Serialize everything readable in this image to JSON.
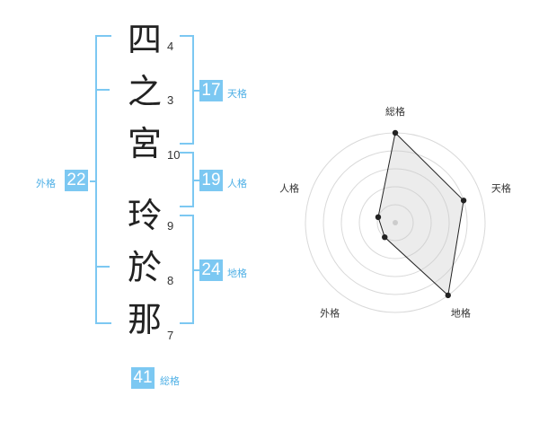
{
  "name": {
    "characters": [
      {
        "char": "四",
        "strokes": "4"
      },
      {
        "char": "之",
        "strokes": "3"
      },
      {
        "char": "宮",
        "strokes": "10"
      },
      {
        "char": "玲",
        "strokes": "9"
      },
      {
        "char": "於",
        "strokes": "8"
      },
      {
        "char": "那",
        "strokes": "7"
      }
    ]
  },
  "fortune": {
    "tenkaku": {
      "value": "17",
      "label": "天格"
    },
    "jinkaku": {
      "value": "19",
      "label": "人格"
    },
    "chikaku": {
      "value": "24",
      "label": "地格"
    },
    "gaikaku": {
      "value": "22",
      "label": "外格"
    },
    "soukaku": {
      "value": "41",
      "label": "総格"
    }
  },
  "colors": {
    "accent": "#7cc8f2",
    "accent_text": "#4fb0e6"
  },
  "chart_data": {
    "type": "radar",
    "axes": [
      "総格",
      "天格",
      "地格",
      "外格",
      "人格"
    ],
    "values": [
      5,
      4,
      5,
      1,
      1
    ],
    "max": 5,
    "rings": 5
  }
}
